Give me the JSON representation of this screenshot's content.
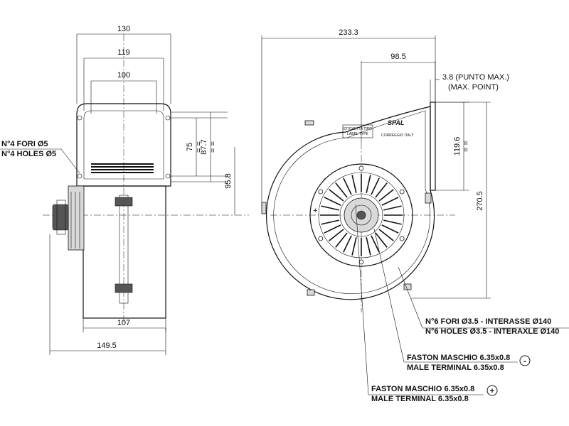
{
  "dimensions": {
    "width_130": "130",
    "width_119": "119",
    "width_100": "100",
    "height_75": "75",
    "height_87_7": "87.7",
    "height_95_8": "95.8",
    "width_107": "107",
    "depth_149_5": "149.5",
    "width_233_3": "233.3",
    "width_98_5": "98.5",
    "offset_3_8": "3.8 (PUNTO MAX.)",
    "max_point": "(MAX. POINT)",
    "outlet_119_6": "119.6",
    "height_270_5": "270.5"
  },
  "notes": {
    "holes_it": "N°4 FORI Ø5",
    "holes_en": "N°4 HOLES Ø5",
    "holes6_it": "N°6 FORI Ø3.5 - INTERASSE Ø140",
    "holes6_en": "N°6 HOLES Ø3.5 - INTERAXLE Ø140",
    "faston_neg_it": "FASTON MASCHIO 6.35x0.8",
    "faston_neg_en": "MALE TERMINAL 6.35x0.8",
    "faston_pos_it": "FASTON MASCHIO 6.35x0.8",
    "faston_pos_en": "MALE TERMINAL 6.35x0.8",
    "minus_symbol": "-",
    "plus_symbol": "+"
  },
  "label": {
    "brand": "SPAL",
    "label_it": "ETICHETTA TIPO",
    "label_en": "LABEL TYPE",
    "origin": "CORREGGIO  ITALY"
  },
  "tolerance_mark": "= ="
}
